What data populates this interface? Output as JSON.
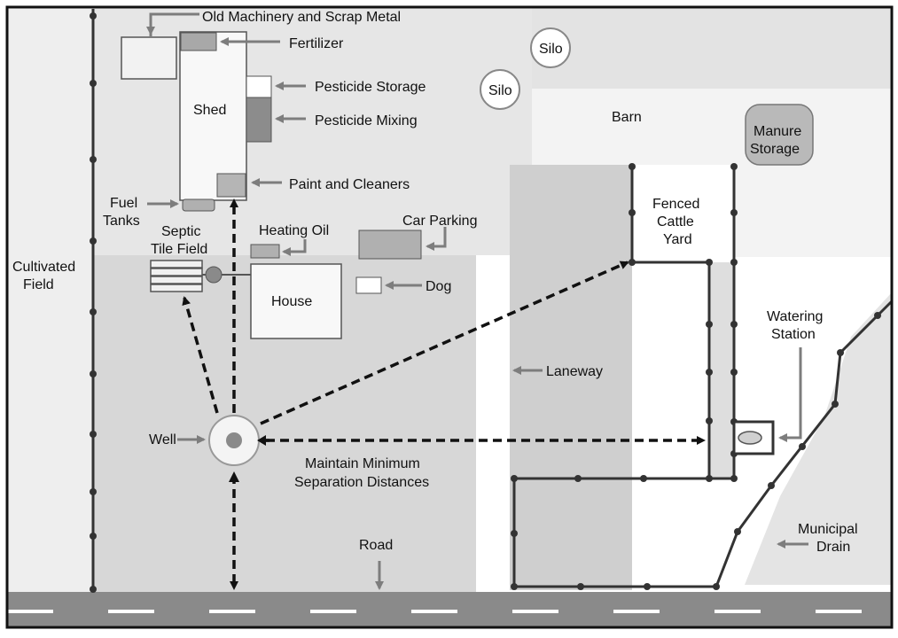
{
  "labels": {
    "old_machinery": "Old Machinery and Scrap Metal",
    "fertilizer": "Fertilizer",
    "pesticide_storage": "Pesticide Storage",
    "pesticide_mixing": "Pesticide Mixing",
    "shed": "Shed",
    "paint_cleaners": "Paint and Cleaners",
    "fuel_tanks_1": "Fuel",
    "fuel_tanks_2": "Tanks",
    "silo_1": "Silo",
    "silo_2": "Silo",
    "barn": "Barn",
    "manure_storage_1": "Manure",
    "manure_storage_2": "Storage",
    "fenced_yard_1": "Fenced",
    "fenced_yard_2": "Cattle",
    "fenced_yard_3": "Yard",
    "septic_1": "Septic",
    "septic_2": "Tile Field",
    "heating_oil": "Heating Oil",
    "car_parking": "Car Parking",
    "dog": "Dog",
    "house": "House",
    "cultivated_1": "Cultivated",
    "cultivated_2": "Field",
    "laneway": "Laneway",
    "watering_1": "Watering",
    "watering_2": "Station",
    "well": "Well",
    "separation_1": "Maintain Minimum",
    "separation_2": "Separation Distances",
    "road": "Road",
    "drain_1": "Municipal",
    "drain_2": "Drain"
  },
  "colors": {
    "border": "#111111",
    "field_light": "#ebebeb",
    "field_medium": "#d8d8d8",
    "field_dark": "#c9c9c9",
    "road": "#8a8a8a",
    "fence": "#333333",
    "arrow": "#7d7d7d"
  }
}
